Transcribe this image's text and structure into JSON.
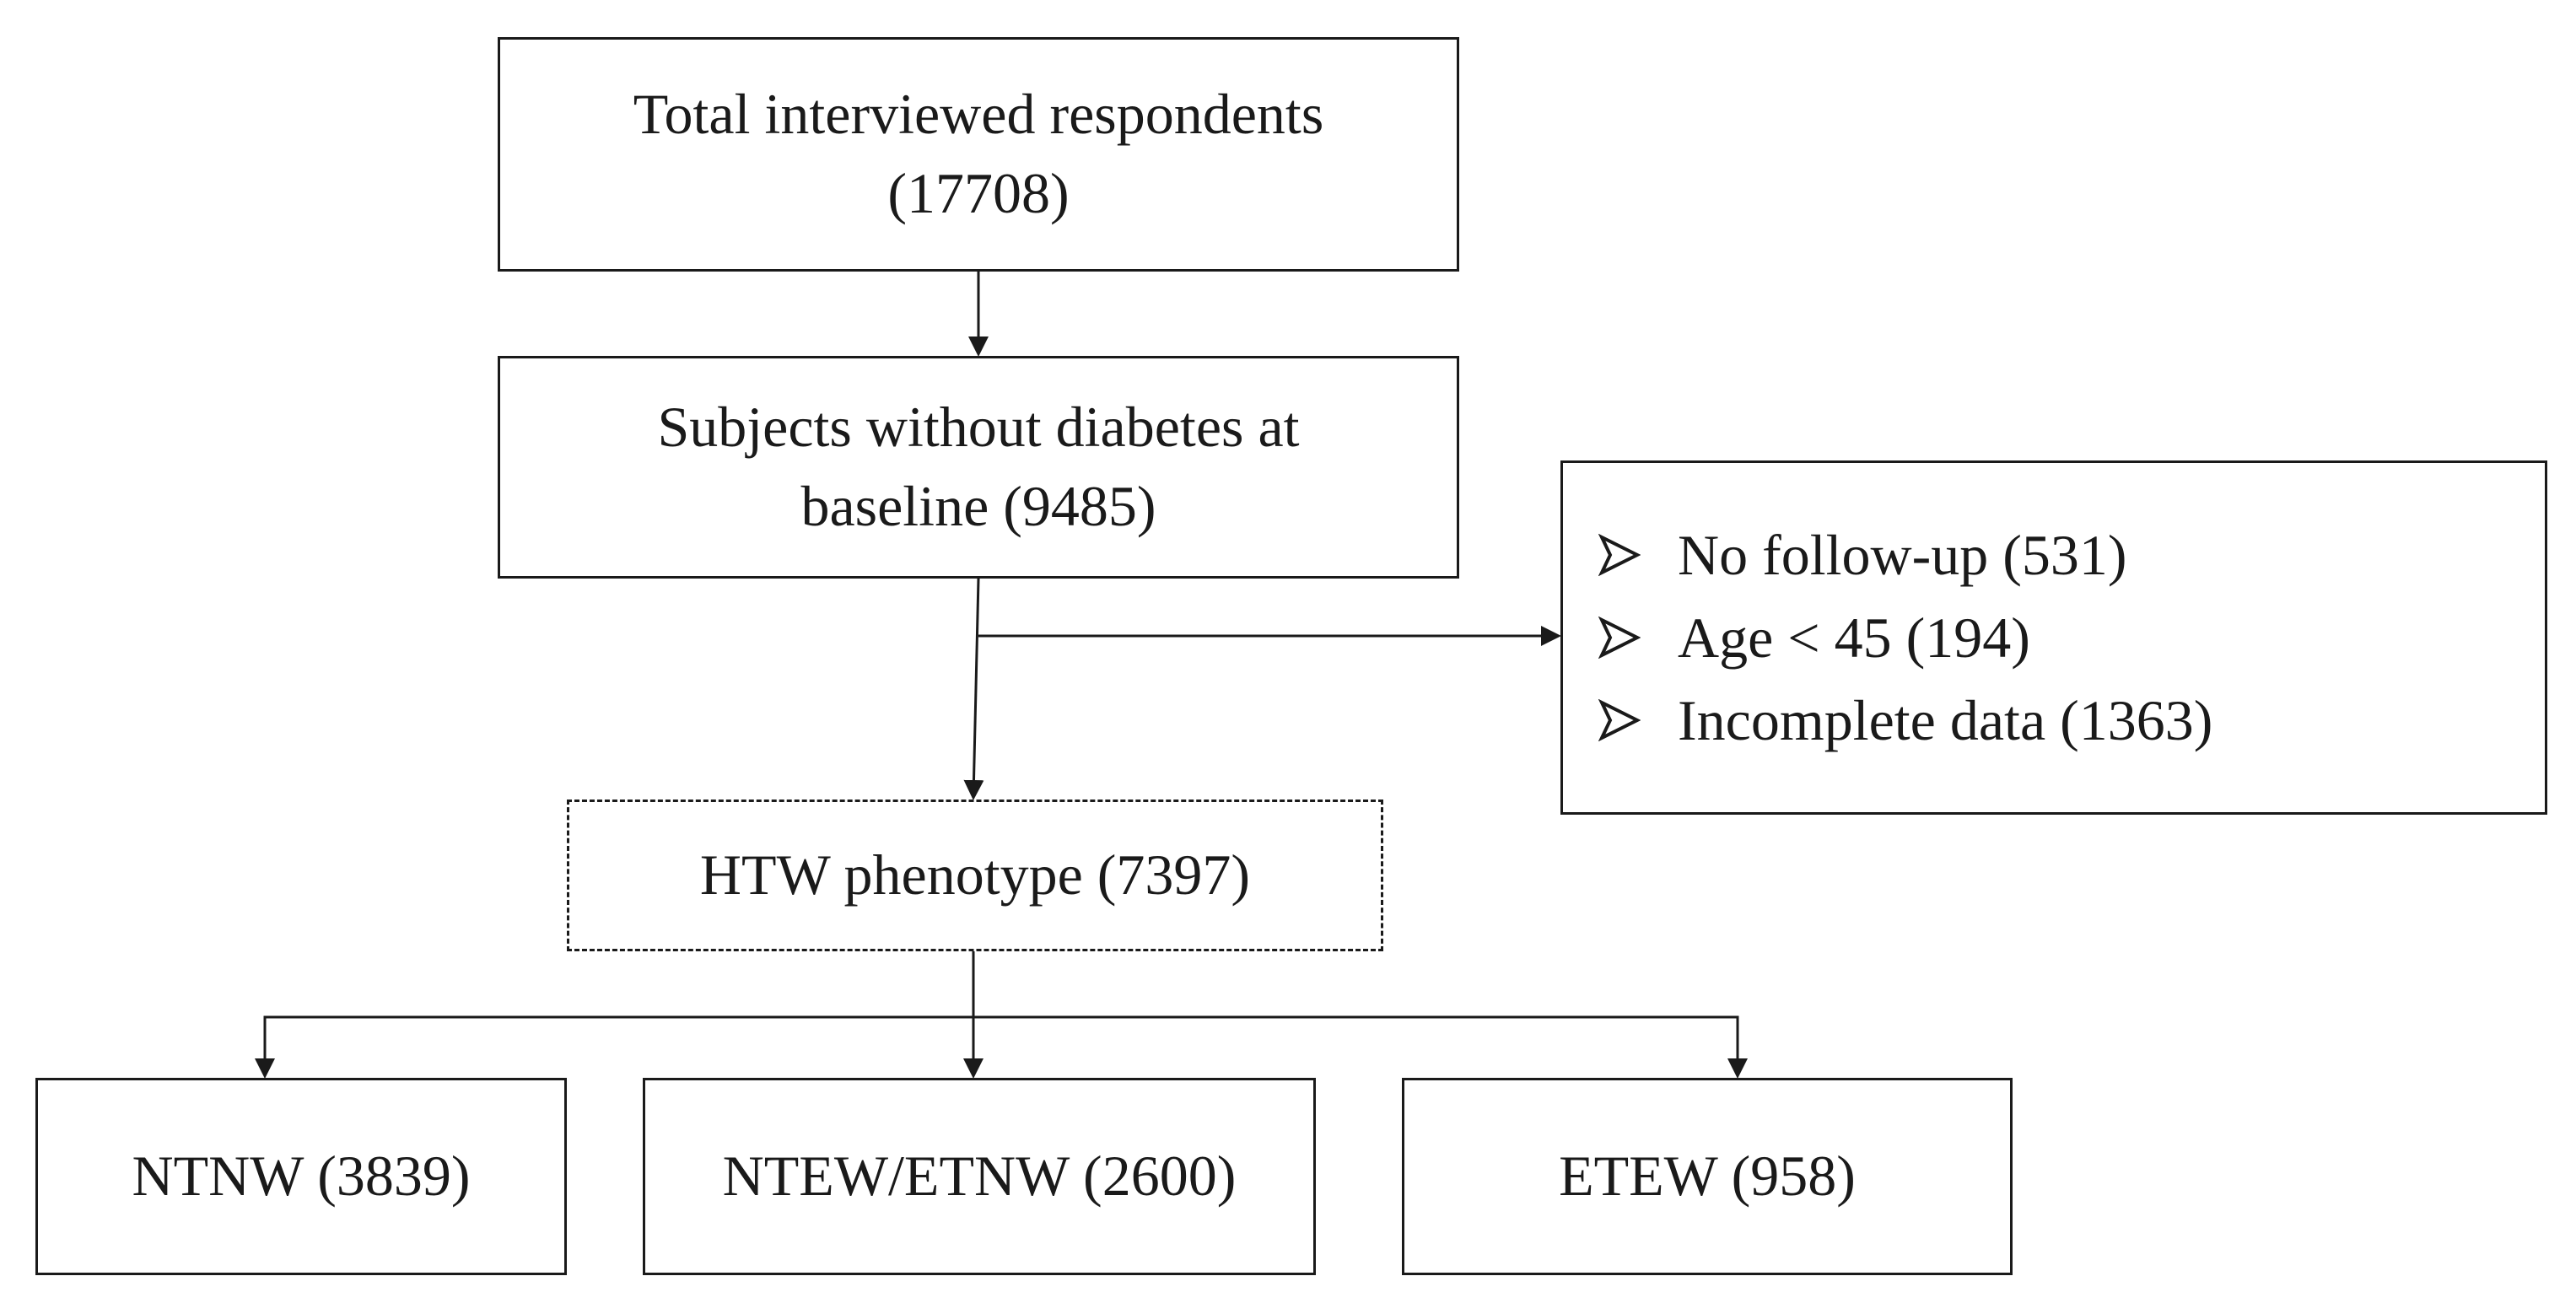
{
  "flowchart": {
    "total": {
      "line1": "Total interviewed  respondents",
      "line2": "(17708)"
    },
    "no_diabetes": {
      "line1": "Subjects without diabetes at",
      "line2": "baseline (9485)"
    },
    "exclusions": [
      {
        "label": "No follow-up  (531)"
      },
      {
        "label": "Age < 45 (194)"
      },
      {
        "label": "Incomplete data (1363)"
      }
    ],
    "htw": {
      "label": "HTW phenotype (7397)"
    },
    "groups": {
      "ntnw": "NTNW (3839)",
      "ntew_etnw": "NTEW/ETNW (2600)",
      "etew": "ETEW (958)"
    }
  }
}
